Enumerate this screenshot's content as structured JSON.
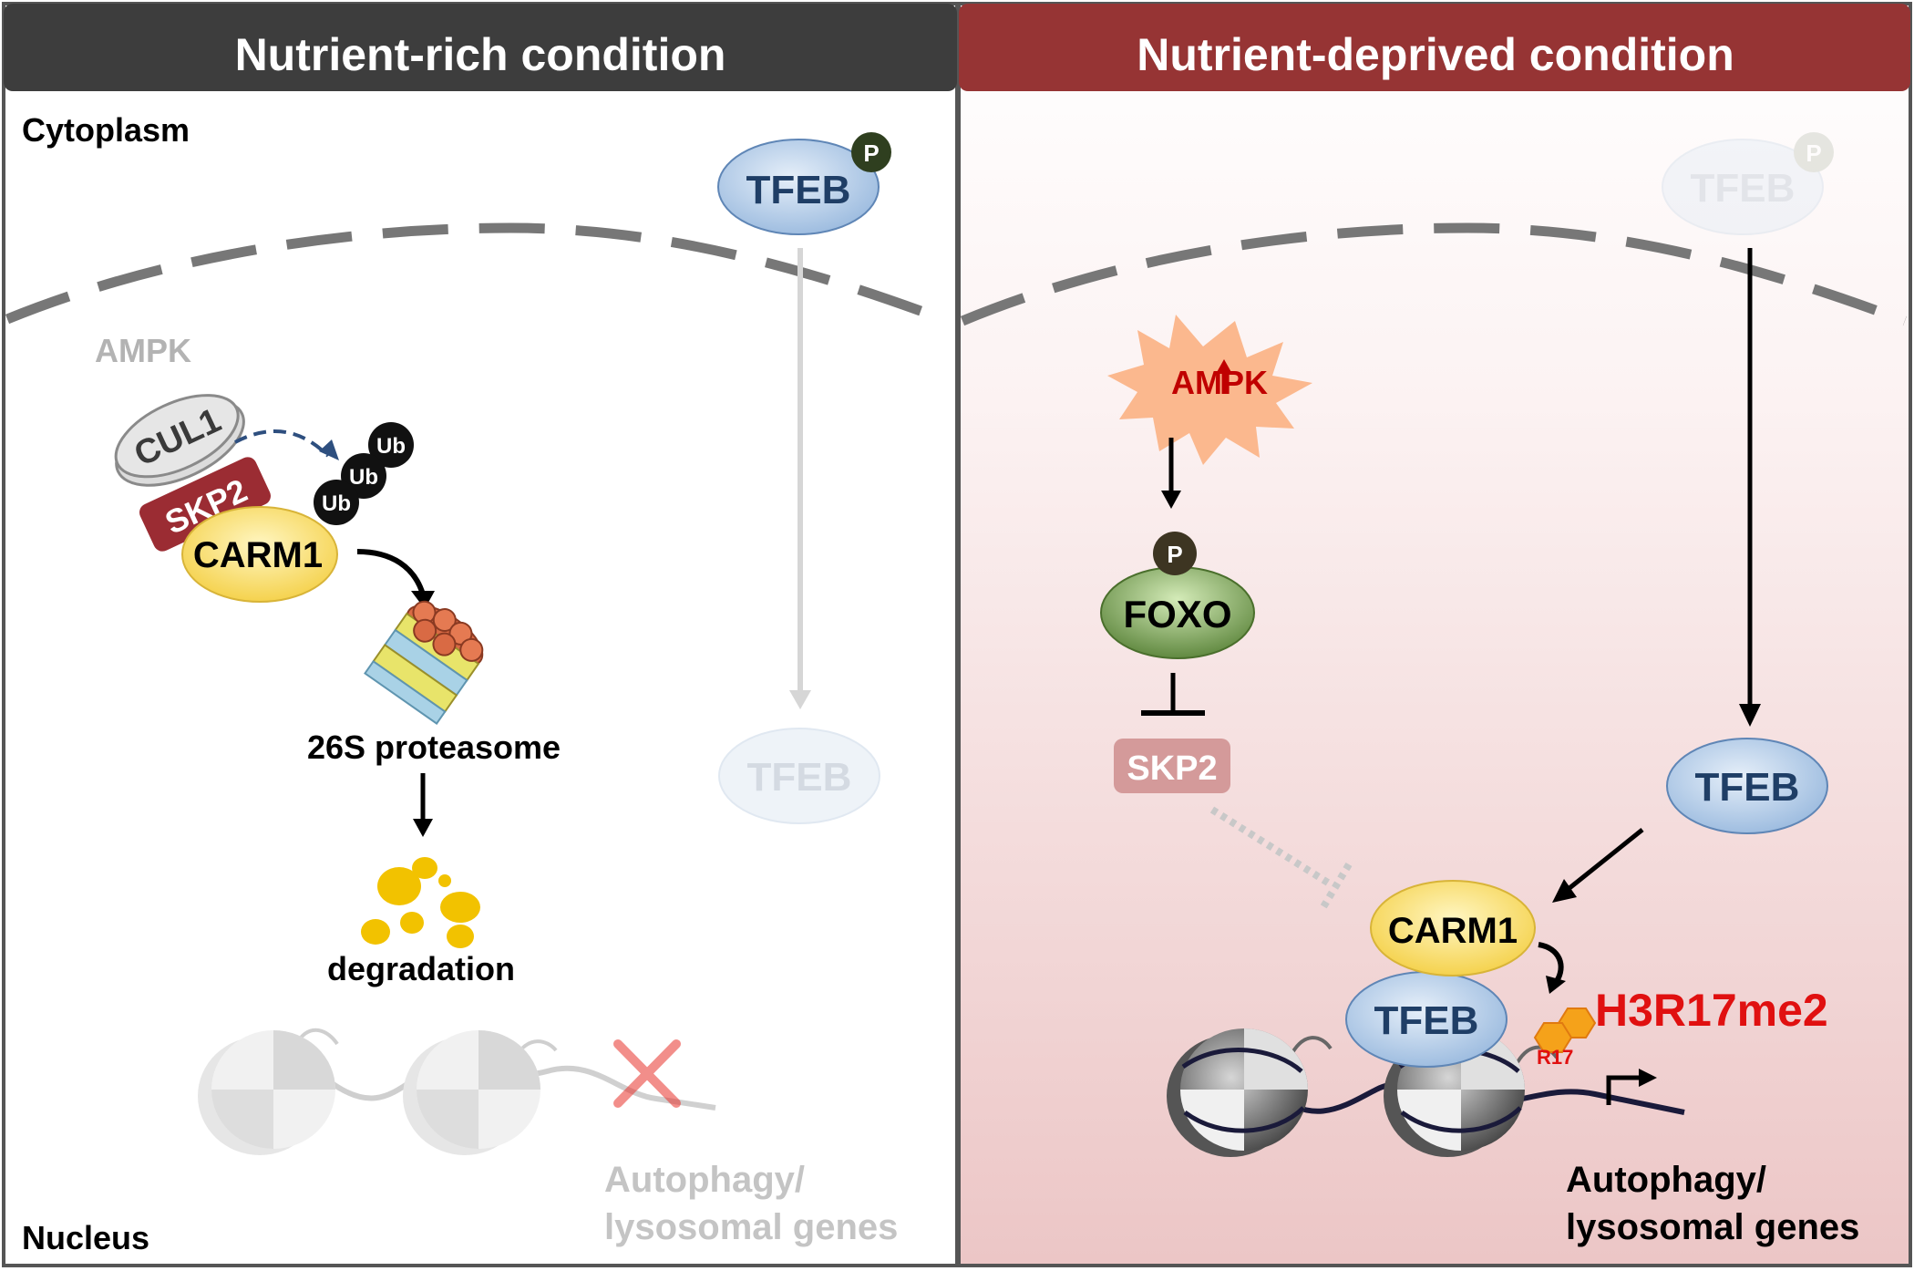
{
  "panels": {
    "left": {
      "header": "Nutrient-rich condition",
      "header_color": "#3d3d3d",
      "cytoplasm_label": "Cytoplasm",
      "nucleus_label": "Nucleus",
      "ampk": "AMPK",
      "cul1": "CUL1",
      "skp2": "SKP2",
      "carm1": "CARM1",
      "ub_tags": [
        "Ub",
        "Ub",
        "Ub"
      ],
      "tfeb_cytoplasm": "TFEB",
      "tfeb_phospho": "P",
      "tfeb_nucleus": "TFEB",
      "proteasome": "26S proteasome",
      "degradation": "degradation",
      "genes_line1": "Autophagy/",
      "genes_line2": "lysosomal genes"
    },
    "right": {
      "header": "Nutrient-deprived condition",
      "header_color": "#963434",
      "ampk": "AMPK",
      "foxo": "FOXO",
      "foxo_phospho": "P",
      "skp2": "SKP2",
      "tfeb_cytoplasm": "TFEB",
      "tfeb_phospho": "P",
      "tfeb_nucleus": "TFEB",
      "carm1": "CARM1",
      "tfeb_complex": "TFEB",
      "h3r17me2": "H3R17me2",
      "r17": "R17",
      "genes_line1": "Autophagy/",
      "genes_line2": "lysosomal genes"
    }
  },
  "colors": {
    "tfeb_fill": "#bcd2ea",
    "carm1_fill": "#f7dc6a",
    "skp2_fill": "#9b2c33",
    "foxo_fill": "#6e9a4c",
    "ampk_burst": "#fbb88e",
    "ampk_text": "#c00000",
    "h3r17me2_text": "#e01010",
    "phospho_dark": "#2f3f1f"
  },
  "icons": [
    "degradation-cross-icon",
    "transcription-start-arrow-icon",
    "proteasome-icon",
    "nucleosome-icon"
  ]
}
